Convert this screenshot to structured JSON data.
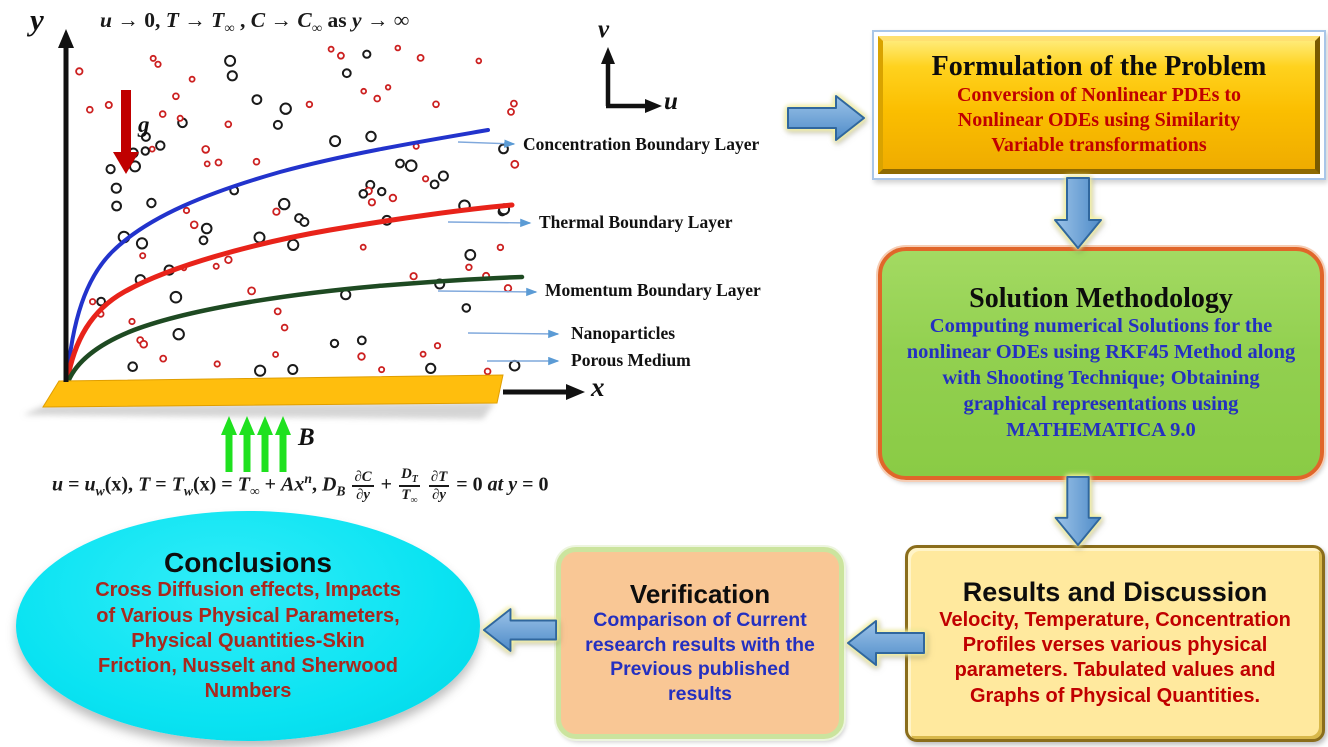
{
  "diagram": {
    "axis_y_label": "y",
    "axis_x_label": "x",
    "axis_u_label": "u",
    "axis_v_label": "v",
    "gravity_label": "g",
    "magnetic_field_label": "B",
    "curve_labels": {
      "concentration": "Concentration Boundary Layer",
      "thermal": "Thermal Boundary Layer",
      "momentum": "Momentum Boundary Layer",
      "nanoparticles": "Nanoparticles",
      "porous": "Porous Medium"
    },
    "equations": {
      "far_field": [
        {
          "t": "i",
          "v": "u"
        },
        {
          "t": "n",
          "v": " → 0,  "
        },
        {
          "t": "i",
          "v": "T"
        },
        {
          "t": "n",
          "v": " → "
        },
        {
          "t": "i",
          "v": "T"
        },
        {
          "t": "sub",
          "v": "∞"
        },
        {
          "t": "n",
          "v": " ,  "
        },
        {
          "t": "i",
          "v": "C"
        },
        {
          "t": "n",
          "v": " → "
        },
        {
          "t": "i",
          "v": "C"
        },
        {
          "t": "sub",
          "v": "∞"
        },
        {
          "t": "n",
          "v": " as "
        },
        {
          "t": "i",
          "v": "y"
        },
        {
          "t": "n",
          "v": " → ∞"
        }
      ],
      "wall": [
        {
          "t": "i",
          "v": "u"
        },
        {
          "t": "n",
          "v": " = "
        },
        {
          "t": "i",
          "v": "u"
        },
        {
          "t": "sub",
          "v": "w"
        },
        {
          "t": "n",
          "v": "(x),  "
        },
        {
          "t": "i",
          "v": "T"
        },
        {
          "t": "n",
          "v": " = "
        },
        {
          "t": "i",
          "v": "T"
        },
        {
          "t": "sub",
          "v": "w"
        },
        {
          "t": "n",
          "v": "(x) = "
        },
        {
          "t": "i",
          "v": "T"
        },
        {
          "t": "sub",
          "v": "∞"
        },
        {
          "t": "n",
          "v": " + "
        },
        {
          "t": "i",
          "v": "Ax"
        },
        {
          "t": "sup",
          "v": "n"
        },
        {
          "t": "n",
          "v": ",   "
        },
        {
          "t": "i",
          "v": "D"
        },
        {
          "t": "sub",
          "v": "B"
        },
        {
          "t": "n",
          "v": " "
        },
        {
          "t": "frac",
          "num": [
            {
              "t": "i",
              "v": "∂C"
            }
          ],
          "den": [
            {
              "t": "i",
              "v": "∂y"
            }
          ]
        },
        {
          "t": "n",
          "v": " + "
        },
        {
          "t": "frac",
          "num": [
            {
              "t": "i",
              "v": "D"
            },
            {
              "t": "sub",
              "v": "T"
            }
          ],
          "den": [
            {
              "t": "i",
              "v": "T"
            },
            {
              "t": "sub",
              "v": "∞"
            }
          ]
        },
        {
          "t": "n",
          "v": " "
        },
        {
          "t": "frac",
          "num": [
            {
              "t": "i",
              "v": "∂T"
            }
          ],
          "den": [
            {
              "t": "i",
              "v": "∂y"
            }
          ]
        },
        {
          "t": "n",
          "v": " = 0 "
        },
        {
          "t": "i",
          "v": "at y"
        },
        {
          "t": "n",
          "v": " = 0"
        }
      ]
    },
    "particles": {
      "black_count": 58,
      "red_count": 62
    },
    "colors": {
      "concentration_curve": "#2233CC",
      "thermal_curve": "#E8231A",
      "momentum_curve": "#1E4A22",
      "plate": "#FFBE0D",
      "gravity_arrow": "#C00000",
      "magnetic_arrows": "#1FE11F",
      "particle_black": "#1A1A1A",
      "particle_red": "#CC2020",
      "leader_line": "#7FA8DC"
    }
  },
  "flowchart": {
    "formulation": {
      "title": "Formulation of the Problem",
      "body": "Conversion of Nonlinear PDEs to Nonlinear ODEs using Similarity Variable transformations",
      "fill": "#FBBE00",
      "body_color": "#C00000"
    },
    "solution": {
      "title": "Solution Methodology",
      "body": "Computing numerical Solutions for the nonlinear ODEs using RKF45 Method along with Shooting Technique; Obtaining graphical representations using MATHEMATICA 9.0",
      "fill": "#92D050",
      "border": "#E0662A",
      "body_color": "#2430C0"
    },
    "results": {
      "title": "Results and Discussion",
      "body": "Velocity, Temperature, Concentration Profiles verses various physical parameters. Tabulated values and Graphs of Physical Quantities.",
      "fill": "#FFE99E",
      "body_color": "#C00000"
    },
    "verification": {
      "title": "Verification",
      "body": "Comparison of Current research results with the Previous published results",
      "fill": "#F9C795",
      "border": "#CBE49E",
      "body_color": "#2430C0"
    },
    "conclusions": {
      "title": "Conclusions",
      "body": "Cross Diffusion effects, Impacts of Various Physical Parameters, Physical Quantities-Skin Friction, Nusselt and Sherwood Numbers",
      "fill": "#0AE3F2",
      "body_color": "#A8281E"
    },
    "arrow_fill": "#5B9BD5",
    "arrow_glow": "#FBF7A0"
  }
}
